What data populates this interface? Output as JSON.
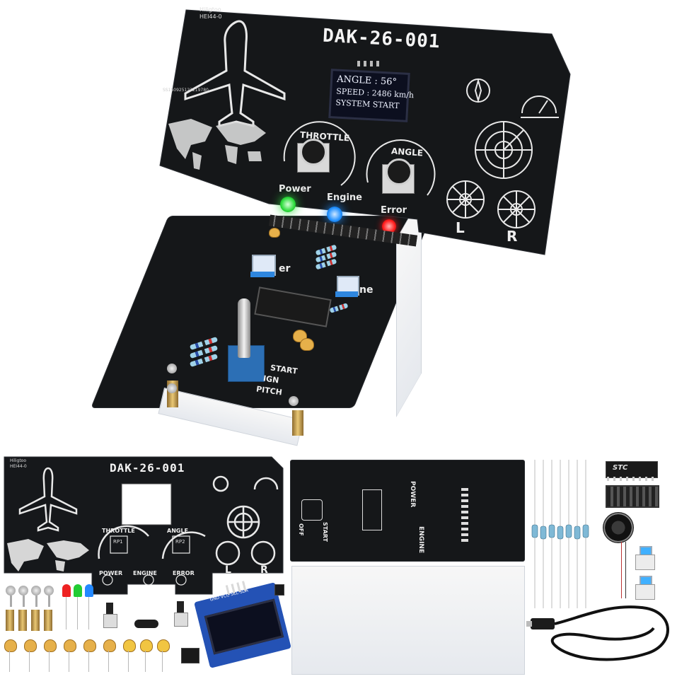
{
  "top_panel": {
    "title": "DAK-26-001",
    "brand": "Hiligtoo",
    "model": "HEI44-0",
    "serial": "SS150925122219780",
    "oled": {
      "line1": "ANGLE :  56°",
      "line2": "SPEED : 2486 km/h",
      "line3": "SYSTEM  START"
    },
    "knob_labels": {
      "throttle": "THROTTLE",
      "angle": "ANGLE"
    },
    "led_labels": {
      "power": "Power",
      "engine": "Engine",
      "error": "Error"
    },
    "engine_labels": {
      "left": "L",
      "right": "R"
    }
  },
  "lower_board": {
    "switch_labels": {
      "start": "START",
      "ign": "IGN",
      "pitch": "PITCH"
    },
    "btn_suffix_1": "er",
    "btn_suffix_2": "ne"
  },
  "kit_panel": {
    "title": "DAK-26-001",
    "brand": "Hiligtoo",
    "model": "HEI44-0",
    "labels": {
      "throttle": "THROTTLE",
      "angle": "ANGLE",
      "power": "POWER",
      "engine": "ENGINE",
      "error": "ERROR",
      "rp1": "RP1",
      "rp2": "RP2",
      "left": "L",
      "right": "R"
    }
  },
  "pcb_board": {
    "labels": {
      "power": "POWER",
      "engine": "ENGINE",
      "start": "START",
      "off": "OFF"
    }
  },
  "oled_module": {
    "label": "GND VCC SCL SDA"
  },
  "ic_chip": {
    "label": "STC"
  },
  "colors": {
    "pcb": "#151719",
    "led_green": "#2bdc3a",
    "led_blue": "#1f8fff",
    "led_red": "#ff1a1a",
    "brass": "#d6b45a",
    "oled_text": "#eef2ff"
  }
}
